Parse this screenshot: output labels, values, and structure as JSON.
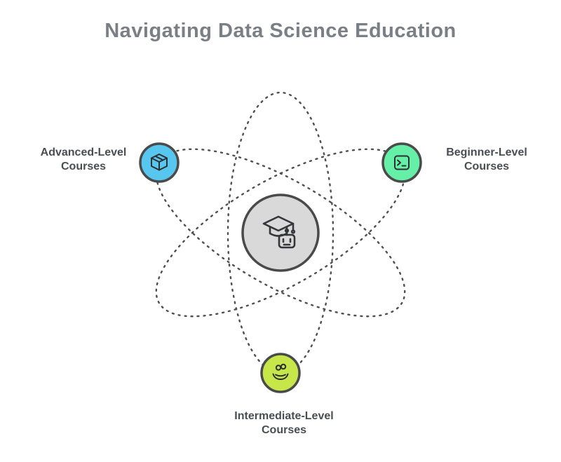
{
  "title": "Navigating Data Science Education",
  "diagram": {
    "orbit_stroke": "#4f4f4f",
    "ring_stroke": "#4a4a4a",
    "center_node": {
      "fill": "#d9d9d9",
      "icon": "graduation-cap-robot-icon"
    },
    "nodes": [
      {
        "id": "advanced",
        "label": "Advanced-Level Courses",
        "color": "#57c7f0",
        "icon": "package-cube-icon",
        "position": "upper-left"
      },
      {
        "id": "beginner",
        "label": "Beginner-Level Courses",
        "color": "#66efa6",
        "icon": "terminal-icon",
        "position": "upper-right"
      },
      {
        "id": "intermediate",
        "label": "Intermediate-Level Courses",
        "color": "#c7e649",
        "icon": "hand-coins-icon",
        "position": "bottom"
      }
    ]
  }
}
